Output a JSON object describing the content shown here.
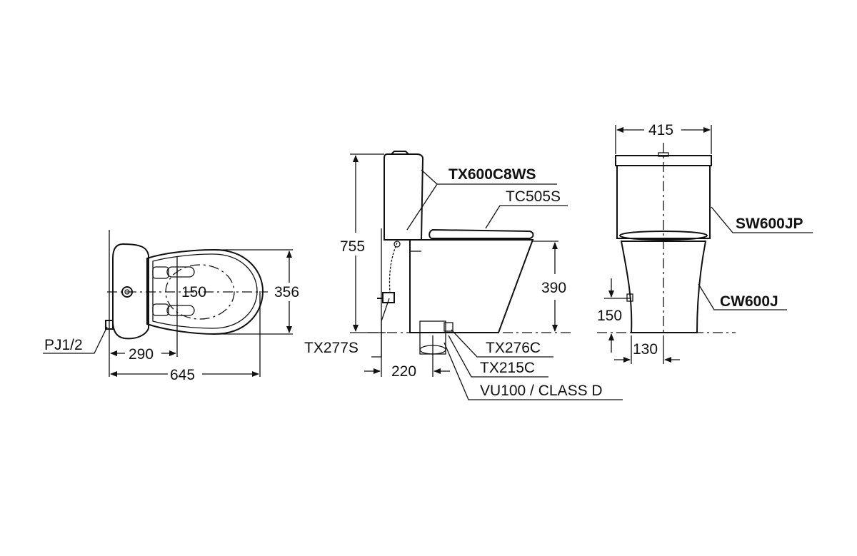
{
  "top_view": {
    "dim_width_center": "150",
    "dim_depth": "356",
    "dim_inlet_offset": "290",
    "dim_length": "645",
    "label_inlet": "PJ1/2"
  },
  "side_view": {
    "dim_height": "755",
    "dim_seat_height": "390",
    "dim_outlet": "220",
    "label_tank_fitting": "TX600C8WS",
    "label_seat": "TC505S",
    "label_hose": "TX277S",
    "label_flange": "TX276C",
    "label_seal": "TX215C",
    "label_pipe": "VU100 / CLASS D"
  },
  "front_view": {
    "dim_width": "415",
    "dim_inlet_height": "150",
    "dim_inlet_offset": "130",
    "label_tank": "SW600JP",
    "label_bowl": "CW600J"
  }
}
